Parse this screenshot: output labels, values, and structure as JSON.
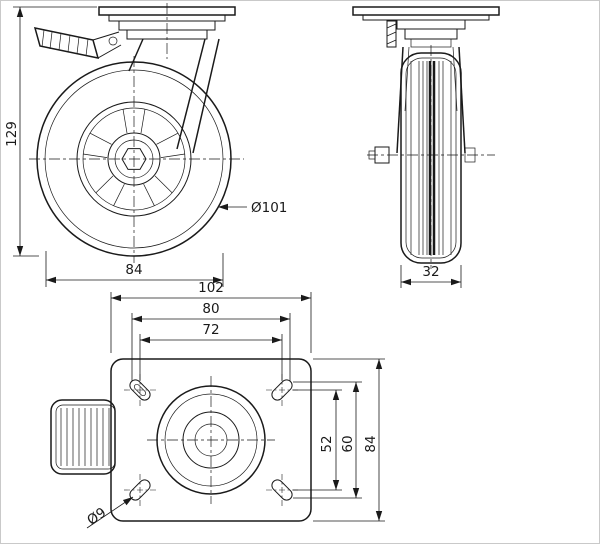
{
  "views": {
    "side": {
      "overall_height": "129",
      "offset_width": "84",
      "wheel_diameter": "Ø101"
    },
    "front": {
      "wheel_width": "32"
    },
    "plan": {
      "plate_width": "102",
      "bolt_spacing_outer": "80",
      "bolt_spacing_inner": "72",
      "bolt_spacing_vertical_inner": "52",
      "bolt_spacing_vertical_outer": "60",
      "plate_depth": "84",
      "bolt_hole_diameter": "Ø9"
    }
  },
  "colors": {
    "line": "#1a1a1a",
    "background": "#ffffff",
    "frame": "#c9c9c9"
  }
}
